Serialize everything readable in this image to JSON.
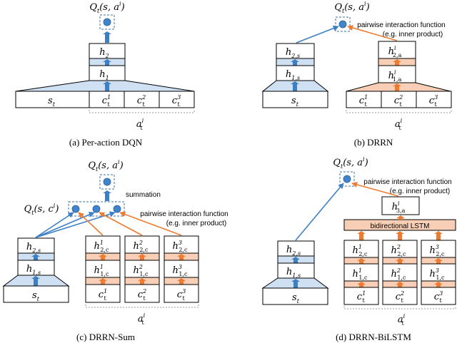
{
  "colors": {
    "blue_fill": "#cfe0f3",
    "blue_arrow": "#3d7fc4",
    "orange_fill": "#f8cfb6",
    "orange_arrow": "#ee7b30",
    "node": "#3f84cc",
    "box_stroke": "#000000",
    "dash_stroke": "#3d6fa8"
  },
  "panels": {
    "a": {
      "caption": "(a)  Per-action DQN",
      "output": {
        "base": "Q",
        "sub": "t",
        "args": "(s, a",
        "args_sup": "i",
        "args_end": ")"
      },
      "h2": {
        "base": "h",
        "sub": "2"
      },
      "h1": {
        "base": "h",
        "sub": "1"
      },
      "state": {
        "base": "s",
        "sub": "t"
      },
      "cands": [
        {
          "base": "c",
          "sub": "t",
          "sup": "1"
        },
        {
          "base": "c",
          "sub": "t",
          "sup": "2"
        },
        {
          "base": "c",
          "sub": "t",
          "sup": "3"
        }
      ],
      "action": {
        "base": "a",
        "sub": "t",
        "sup": "i"
      }
    },
    "b": {
      "caption": "(b)  DRRN",
      "output": {
        "base": "Q",
        "sub": "t",
        "args": "(s, a",
        "args_sup": "i",
        "args_end": ")"
      },
      "interaction_line1": "pairwise interaction function",
      "interaction_line2": "(e.g. inner product)",
      "h2s": {
        "base": "h",
        "sub": "2,s"
      },
      "h1s": {
        "base": "h",
        "sub": "1,s"
      },
      "h2a": {
        "base": "h",
        "sub": "2,a",
        "sup": "i"
      },
      "h1a": {
        "base": "h",
        "sub": "1,a",
        "sup": "i"
      },
      "state": {
        "base": "s",
        "sub": "t"
      },
      "cands": [
        {
          "base": "c",
          "sub": "t",
          "sup": "1"
        },
        {
          "base": "c",
          "sub": "t",
          "sup": "2"
        },
        {
          "base": "c",
          "sub": "t",
          "sup": "3"
        }
      ],
      "action": {
        "base": "a",
        "sub": "t",
        "sup": "i"
      }
    },
    "c": {
      "caption": "(c)  DRRN-Sum",
      "output": {
        "base": "Q",
        "sub": "t",
        "args": "(s, a",
        "args_sup": "i",
        "args_end": ")"
      },
      "output_c": {
        "base": "Q",
        "sub": "t",
        "args": "(s, c",
        "args_sup": "i",
        "args_end": ")"
      },
      "summation": "summation",
      "interaction_line1": "pairwise interaction function",
      "interaction_line2": "(e.g. inner product)",
      "h2s": {
        "base": "h",
        "sub": "2,s"
      },
      "h1s": {
        "base": "h",
        "sub": "1,s"
      },
      "h2c": [
        {
          "base": "h",
          "sub": "2,c",
          "sup": "1"
        },
        {
          "base": "h",
          "sub": "2,c",
          "sup": "2"
        },
        {
          "base": "h",
          "sub": "2,c",
          "sup": "3"
        }
      ],
      "h1c": [
        {
          "base": "h",
          "sub": "1,c",
          "sup": "1"
        },
        {
          "base": "h",
          "sub": "1,c",
          "sup": "2"
        },
        {
          "base": "h",
          "sub": "1,c",
          "sup": "3"
        }
      ],
      "state": {
        "base": "s",
        "sub": "t"
      },
      "cands": [
        {
          "base": "c",
          "sub": "t",
          "sup": "1"
        },
        {
          "base": "c",
          "sub": "t",
          "sup": "2"
        },
        {
          "base": "c",
          "sub": "t",
          "sup": "3"
        }
      ],
      "action": {
        "base": "a",
        "sub": "t",
        "sup": "i"
      }
    },
    "d": {
      "caption": "(d)  DRRN-BiLSTM",
      "output": {
        "base": "Q",
        "sub": "t",
        "args": "(s, a",
        "args_sup": "i",
        "args_end": ")"
      },
      "interaction_line1": "pairwise interaction function",
      "interaction_line2": "(e.g. inner product)",
      "bilstm": "bidirectional LSTM",
      "h3a": {
        "base": "h",
        "sub": "3,a",
        "sup": "i"
      },
      "h2s": {
        "base": "h",
        "sub": "2,s"
      },
      "h1s": {
        "base": "h",
        "sub": "1,s"
      },
      "h2c": [
        {
          "base": "h",
          "sub": "2,c",
          "sup": "1"
        },
        {
          "base": "h",
          "sub": "2,c",
          "sup": "2"
        },
        {
          "base": "h",
          "sub": "2,c",
          "sup": "3"
        }
      ],
      "h1c": [
        {
          "base": "h",
          "sub": "1,c",
          "sup": "1"
        },
        {
          "base": "h",
          "sub": "1,c",
          "sup": "2"
        },
        {
          "base": "h",
          "sub": "1,c",
          "sup": "3"
        }
      ],
      "state": {
        "base": "s",
        "sub": "t"
      },
      "cands": [
        {
          "base": "c",
          "sub": "t",
          "sup": "1"
        },
        {
          "base": "c",
          "sub": "t",
          "sup": "2"
        },
        {
          "base": "c",
          "sub": "t",
          "sup": "3"
        }
      ],
      "action": {
        "base": "a",
        "sub": "t",
        "sup": "i"
      }
    }
  }
}
